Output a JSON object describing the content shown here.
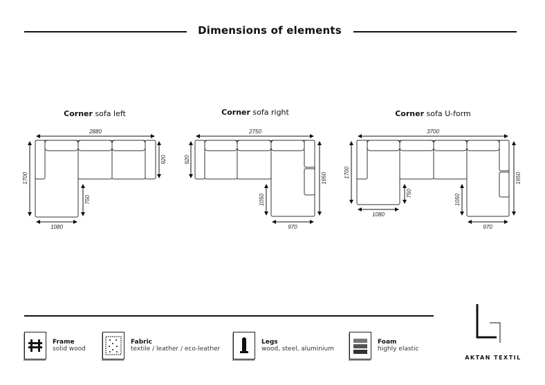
{
  "header": {
    "title": "Dimensions of elements"
  },
  "sofas": [
    {
      "title_bold": "Corner",
      "title_rest": " sofa left",
      "dims": {
        "width": "2880",
        "height": "1700",
        "depth": "920",
        "inner": "750",
        "chaise": "1080"
      }
    },
    {
      "title_bold": "Corner",
      "title_rest": " sofa right",
      "dims": {
        "width": "2750",
        "depth": "920",
        "inner": "1050",
        "height": "1950",
        "chaise": "970"
      }
    },
    {
      "title_bold": "Corner",
      "title_rest": " sofa U-form",
      "dims": {
        "width": "3700",
        "height_left": "1700",
        "inner_left": "750",
        "chaise_left": "1080",
        "inner_right": "1050",
        "height_right": "1950",
        "chaise_right": "970"
      }
    }
  ],
  "materials": [
    {
      "name": "Frame",
      "desc": "solid wood",
      "icon": "frame-icon"
    },
    {
      "name": "Fabric",
      "desc": "textile / leather / eco-leather",
      "icon": "fabric-icon"
    },
    {
      "name": "Legs",
      "desc": "wood, steel, aluminium",
      "icon": "leg-icon"
    },
    {
      "name": "Foam",
      "desc": "highly elastic",
      "icon": "foam-icon"
    }
  ],
  "brand": {
    "name": "AKTAN TEXTIL"
  }
}
